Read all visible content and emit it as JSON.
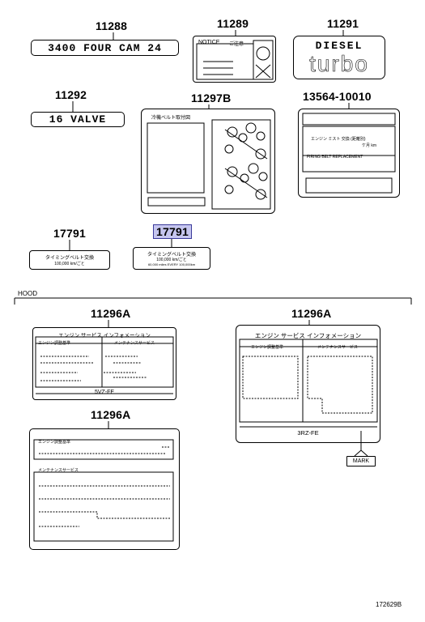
{
  "parts": {
    "p11288": "11288",
    "p11289": "11289",
    "p11291": "11291",
    "p11292": "11292",
    "p11297b": "11297B",
    "p13564": "13564-10010",
    "p17791a": "17791",
    "p17791b": "17791",
    "p11296a_1": "11296A",
    "p11296a_2": "11296A",
    "p11296a_3": "11296A"
  },
  "emblems": {
    "four_cam": "3400 FOUR CAM 24",
    "sixteen_valve": "16 VALVE",
    "diesel": "DIESEL",
    "turbo": "turbo"
  },
  "labels": {
    "notice": "NOTICE",
    "notice_jp": "ご注意",
    "label_11297b_title": "冷機ベルト取付図",
    "timing_belt_1": "タイミングベルト交換",
    "timing_belt_1_sub": "100,000 km/ごと",
    "timing_belt_2": "タイミングベルト交換",
    "timing_belt_2_sub": "100,000 km/ごと",
    "timing_belt_2_sub2": "60,000 miles EVERY 100,000km",
    "emission_header": "エンジン サービス インフォメーション",
    "emission_sub_left": "エンジン調整基準",
    "emission_sub_right": "メンテナンスサービス",
    "engine_1": "5VZ-FE",
    "engine_2": "3RZ-FE",
    "label3_sub1": "エンジン調整基準",
    "label3_sub2": "メンテナンスサービス",
    "label13564_line1": "エンジン ミスト 交換  (距離別)",
    "label13564_line2": "ケ月   km",
    "label13564_line3": "FIRING BELT REPLACEMENT",
    "section_hood": "HOOD",
    "mark": "MARK",
    "catalog": "172629B"
  }
}
